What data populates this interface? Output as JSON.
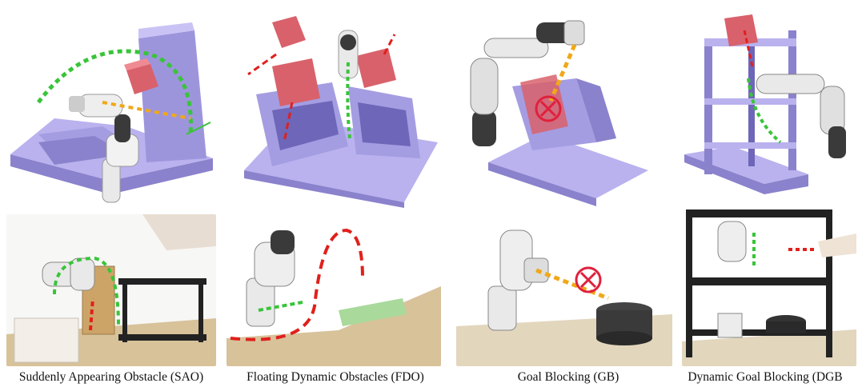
{
  "figure": {
    "captions": [
      "Suddenly Appearing Obstacle (SAO)",
      "Floating Dynamic Obstacles (FDO)",
      "Goal Blocking (GB)",
      "Dynamic Goal Blocking (DGB"
    ]
  },
  "colors": {
    "obstacle_lavender": "#b9b2ee",
    "obstacle_shadow": "#8a82cc",
    "dynamic_box_red": "#d9616b",
    "path_green": "#39c43a",
    "path_red": "#e0201c",
    "path_orange": "#f0a818",
    "goal_block_marker": "#e0203c",
    "robot_white": "#e9e9e9",
    "robot_dark": "#3a3a3a",
    "table_wood": "#d8c29a"
  },
  "icons": {
    "goal_block_marker": "circle-x-icon",
    "robot": "robot-arm-icon"
  }
}
